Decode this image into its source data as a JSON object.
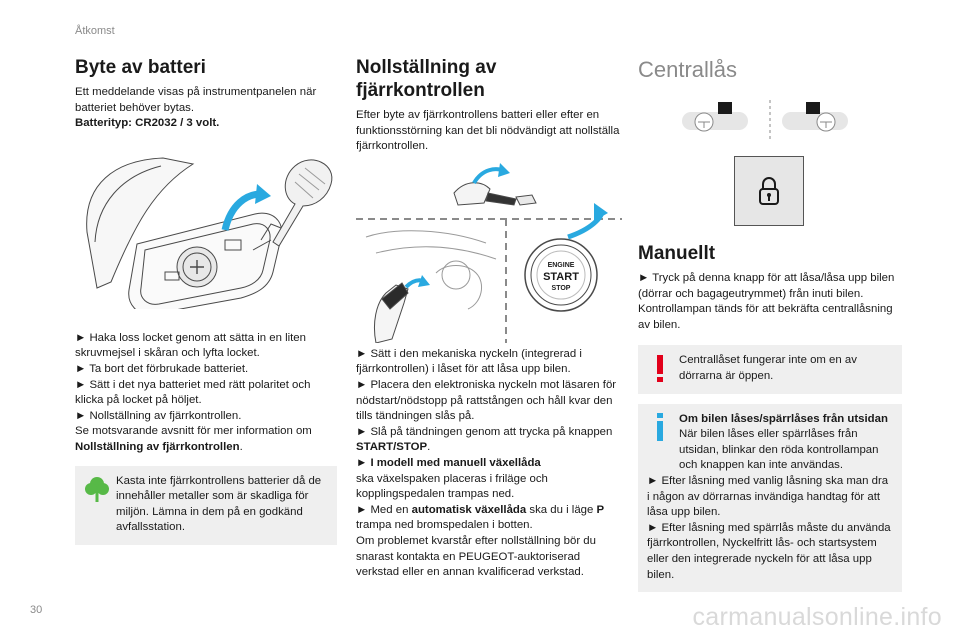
{
  "header": {
    "section": "Åtkomst"
  },
  "footer": {
    "page_number": "30",
    "watermark": "carmanualsonline.info"
  },
  "col1": {
    "title": "Byte av batteri",
    "intro": "Ett meddelande visas på instrumentpanelen när batteriet behöver bytas.",
    "battery_type": "Batterityp: CR2032 / 3 volt.",
    "steps": [
      "► Haka loss locket genom att sätta in en liten skruvmejsel i skåran och lyfta locket.",
      "► Ta bort det förbrukade batteriet.",
      "► Sätt i det nya batteriet med rätt polaritet och klicka på locket på höljet.",
      "► Nollställning av fjärrkontrollen."
    ],
    "see_text": "Se motsvarande avsnitt för mer information om",
    "see_link": "Nollställning av fjärrkontrollen",
    "see_end": ".",
    "note": "Kasta inte fjärrkontrollens batterier då de innehåller metaller som är skadliga för miljön. Lämna in dem på en godkänd avfallsstation."
  },
  "col2": {
    "title": "Nollställning av fjärrkontrollen",
    "intro": "Efter byte av fjärrkontrollens batteri eller efter en funktionsstörning kan det bli nödvändigt att nollställa fjärrkontrollen.",
    "button_line1": "ENGINE",
    "button_line2": "START",
    "button_line3": "STOP",
    "step1": "► Sätt i den mekaniska nyckeln (integrerad i fjärrkontrollen) i låset för att låsa upp bilen.",
    "step2": "► Placera den elektroniska nyckeln mot läsaren för nödstart/nödstopp på rattstången och håll kvar den tills tändningen slås på.",
    "step3_pre": "► Slå på tändningen genom att trycka på knappen ",
    "step3_bold": "START/STOP",
    "step3_end": ".",
    "manual_heading": "► I modell med manuell växellåda",
    "manual_text": "ska växelspaken placeras i friläge och kopplingspedalen trampas ned.",
    "auto_pre": "► Med en ",
    "auto_bold": "automatisk växellåda",
    "auto_mid": " ska du i läge ",
    "auto_p": "P",
    "auto_end": " trampa ned bromspedalen i botten.",
    "closing": "Om problemet kvarstår efter nollställning bör du snarast kontakta en PEUGEOT-auktoriserad verkstad eller en annan kvalificerad verkstad."
  },
  "col3": {
    "title": "Centrallås",
    "manual_title": "Manuellt",
    "step1": "► Tryck på denna knapp för att låsa/låsa upp bilen (dörrar och bagageutrymmet) från inuti bilen.",
    "step1_b": "Kontrollampan tänds för att bekräfta centrallåsning av bilen.",
    "warning": "Centrallåset fungerar inte om en av dörrarna är öppen.",
    "info_heading": "Om bilen låses/spärrlåses från utsidan",
    "info_text": "När bilen låses eller spärrlåses från utsidan, blinkar den röda kontrollampan och knappen kan inte användas.",
    "info_step1": "► Efter låsning med vanlig låsning ska man dra i någon av dörrarnas invändiga handtag för att låsa upp bilen.",
    "info_step2": "► Efter låsning med spärrlås måste du använda fjärrkontrollen, Nyckelfritt lås- och startsystem eller den integrerade nyckeln för att låsa upp bilen."
  },
  "colors": {
    "accent_blue": "#29a9e0",
    "warn_red": "#e2001a",
    "eco_green": "#57b947",
    "note_bg": "#efefef"
  }
}
